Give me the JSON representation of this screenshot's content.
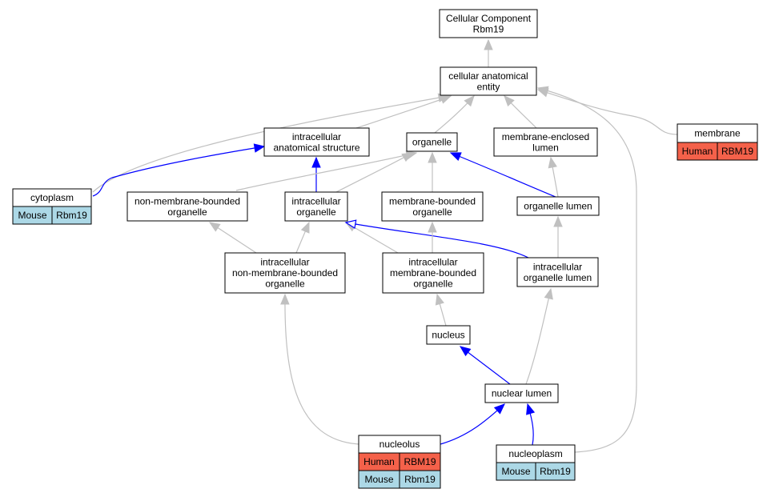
{
  "colors": {
    "human": "#f4614a",
    "mouse": "#acd8e6",
    "neutral_edge": "#c0c0c0",
    "highlight_edge": "#0000ff"
  },
  "nodes": [
    {
      "id": "cc",
      "label_lines": [
        "Cellular Component",
        "Rbm19"
      ]
    },
    {
      "id": "cae",
      "label_lines": [
        "cellular anatomical",
        "entity"
      ]
    },
    {
      "id": "ias",
      "label_lines": [
        "intracellular",
        "anatomical structure"
      ]
    },
    {
      "id": "org",
      "label_lines": [
        "organelle"
      ]
    },
    {
      "id": "mel",
      "label_lines": [
        "membrane-enclosed",
        "lumen"
      ]
    },
    {
      "id": "mem",
      "label_lines": [
        "membrane"
      ],
      "annotations": [
        {
          "species": "Human",
          "gene": "RBM19"
        }
      ]
    },
    {
      "id": "cyt",
      "label_lines": [
        "cytoplasm"
      ],
      "annotations": [
        {
          "species": "Mouse",
          "gene": "Rbm19"
        }
      ]
    },
    {
      "id": "nmbo",
      "label_lines": [
        "non-membrane-bounded",
        "organelle"
      ]
    },
    {
      "id": "io",
      "label_lines": [
        "intracellular",
        "organelle"
      ]
    },
    {
      "id": "mbo",
      "label_lines": [
        "membrane-bounded",
        "organelle"
      ]
    },
    {
      "id": "ol",
      "label_lines": [
        "organelle lumen"
      ]
    },
    {
      "id": "inmbo",
      "label_lines": [
        "intracellular",
        "non-membrane-bounded",
        "organelle"
      ]
    },
    {
      "id": "imbo",
      "label_lines": [
        "intracellular",
        "membrane-bounded",
        "organelle"
      ]
    },
    {
      "id": "iol",
      "label_lines": [
        "intracellular",
        "organelle lumen"
      ]
    },
    {
      "id": "nuc",
      "label_lines": [
        "nucleus"
      ]
    },
    {
      "id": "nl",
      "label_lines": [
        "nuclear lumen"
      ]
    },
    {
      "id": "nuo",
      "label_lines": [
        "nucleolus"
      ],
      "annotations": [
        {
          "species": "Human",
          "gene": "RBM19"
        },
        {
          "species": "Mouse",
          "gene": "Rbm19"
        }
      ]
    },
    {
      "id": "nup",
      "label_lines": [
        "nucleoplasm"
      ],
      "annotations": [
        {
          "species": "Mouse",
          "gene": "Rbm19"
        }
      ]
    }
  ],
  "edges": [
    {
      "from": "cae",
      "to": "cc",
      "style": "gray"
    },
    {
      "from": "ias",
      "to": "cae",
      "style": "gray"
    },
    {
      "from": "org",
      "to": "cae",
      "style": "gray"
    },
    {
      "from": "mel",
      "to": "cae",
      "style": "gray"
    },
    {
      "from": "mem",
      "to": "cae",
      "style": "gray"
    },
    {
      "from": "cyt",
      "to": "cae",
      "style": "gray"
    },
    {
      "from": "nup",
      "to": "cae",
      "style": "gray"
    },
    {
      "from": "cyt",
      "to": "ias",
      "style": "blue"
    },
    {
      "from": "io",
      "to": "ias",
      "style": "blue"
    },
    {
      "from": "ol",
      "to": "org",
      "style": "blue"
    },
    {
      "from": "nmbo",
      "to": "org",
      "style": "gray"
    },
    {
      "from": "io",
      "to": "org",
      "style": "gray"
    },
    {
      "from": "mbo",
      "to": "org",
      "style": "gray"
    },
    {
      "from": "ol",
      "to": "mel",
      "style": "gray"
    },
    {
      "from": "inmbo",
      "to": "nmbo",
      "style": "gray"
    },
    {
      "from": "inmbo",
      "to": "io",
      "style": "gray"
    },
    {
      "from": "imbo",
      "to": "io",
      "style": "gray"
    },
    {
      "from": "iol",
      "to": "io",
      "style": "blue-open"
    },
    {
      "from": "imbo",
      "to": "mbo",
      "style": "gray"
    },
    {
      "from": "iol",
      "to": "ol",
      "style": "gray"
    },
    {
      "from": "nuc",
      "to": "imbo",
      "style": "gray"
    },
    {
      "from": "nl",
      "to": "nuc",
      "style": "blue"
    },
    {
      "from": "nl",
      "to": "iol",
      "style": "gray"
    },
    {
      "from": "nuo",
      "to": "nl",
      "style": "blue"
    },
    {
      "from": "nup",
      "to": "nl",
      "style": "blue"
    },
    {
      "from": "nuo",
      "to": "inmbo",
      "style": "gray"
    }
  ]
}
